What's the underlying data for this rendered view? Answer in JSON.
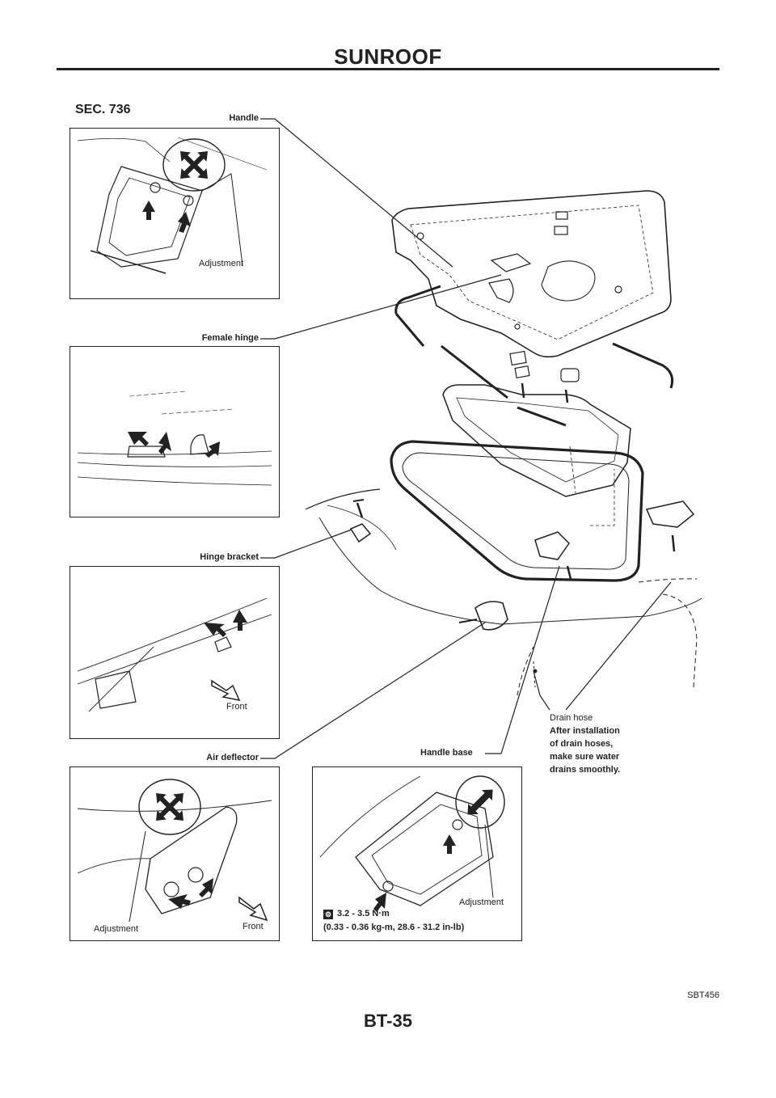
{
  "header": {
    "title": "SUNROOF"
  },
  "section": "SEC. 736",
  "callouts": {
    "handle": "Handle",
    "female_hinge": "Female hinge",
    "hinge_bracket": "Hinge bracket",
    "air_deflector": "Air deflector",
    "handle_base": "Handle base"
  },
  "panel_labels": {
    "adjustment_1": "Adjustment",
    "front_1": "Front",
    "adjustment_2": "Adjustment",
    "front_2": "Front",
    "adjustment_3": "Adjustment"
  },
  "drain_note": {
    "title": "Drain hose",
    "line1": "After installation",
    "line2": "of drain hoses,",
    "line3": "make sure water",
    "line4": "drains smoothly."
  },
  "torque": {
    "line1": "3.2 - 3.5 N·m",
    "line2": "(0.33 - 0.36 kg-m, 28.6 - 31.2 in-lb)"
  },
  "figure_code": "SBT456",
  "page_number": "BT-35",
  "icons": [
    "torque-wrench-icon",
    "adjust-four-way-arrow-icon",
    "adjust-two-way-arrow-icon",
    "push-arrow-icon",
    "front-arrow-icon"
  ]
}
